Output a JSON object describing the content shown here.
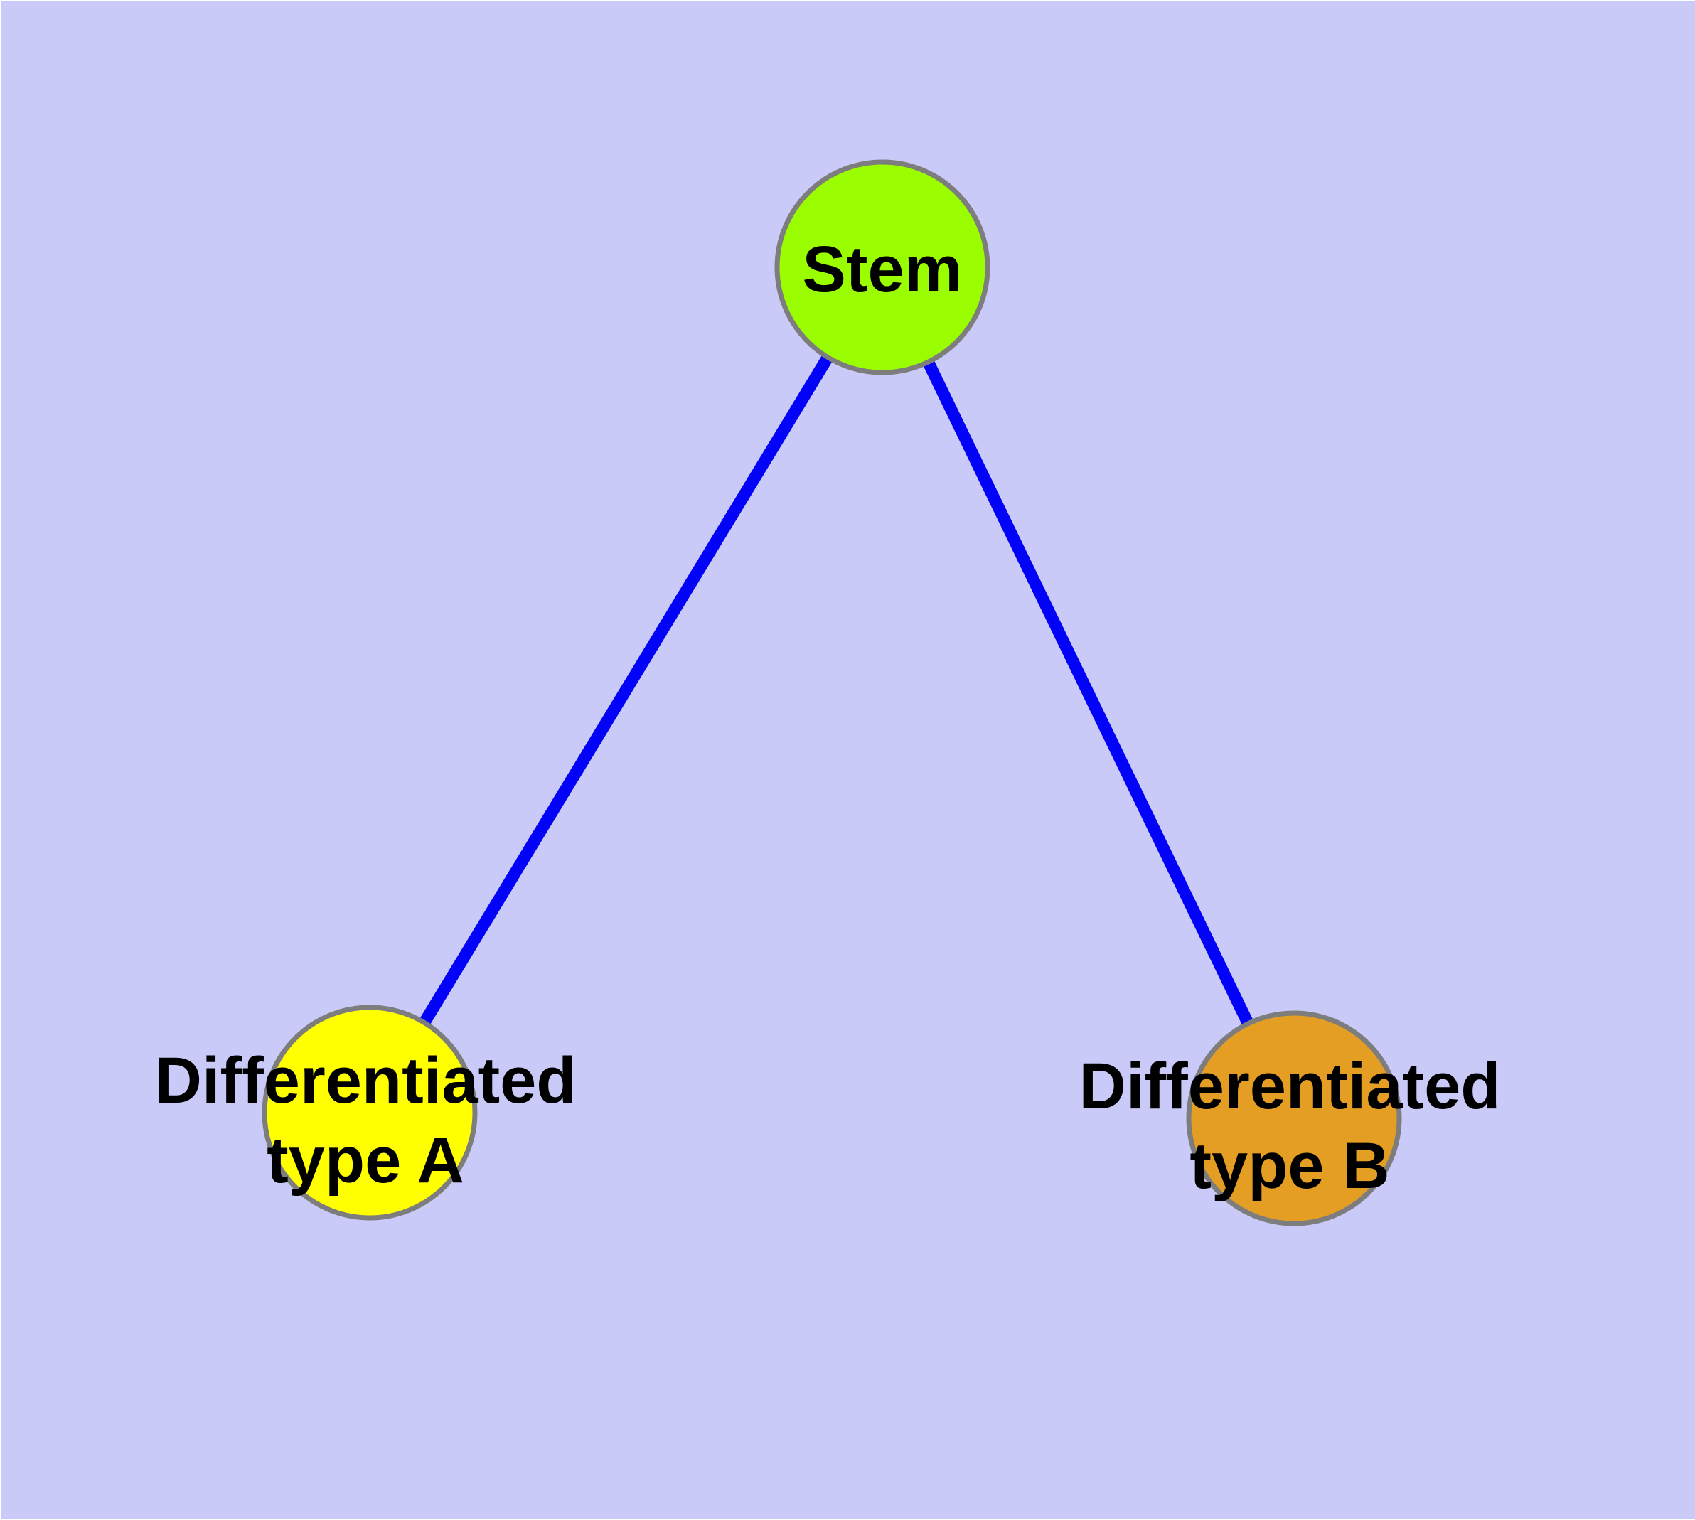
{
  "canvas": {
    "background_color": "#CACAF8",
    "frame_color": "#FFFFFF",
    "text_color": "#000000"
  },
  "edges": {
    "color": "#0202F8",
    "connections": [
      {
        "from": "Stem",
        "to": "Differentiated type A"
      },
      {
        "from": "Stem",
        "to": "Differentiated type B"
      }
    ]
  },
  "nodes": {
    "stem": {
      "label": "Stem",
      "fill_color": "#9AFE00",
      "border_color": "#7D7D7D"
    },
    "type_a": {
      "label_line1": "Differentiated",
      "label_line2": "type A",
      "fill_color": "#FFFF00",
      "border_color": "#7D7D7D"
    },
    "type_b": {
      "label_line1": "Differentiated",
      "label_line2": "type B",
      "fill_color": "#E59E24",
      "border_color": "#7D7D7D"
    }
  }
}
